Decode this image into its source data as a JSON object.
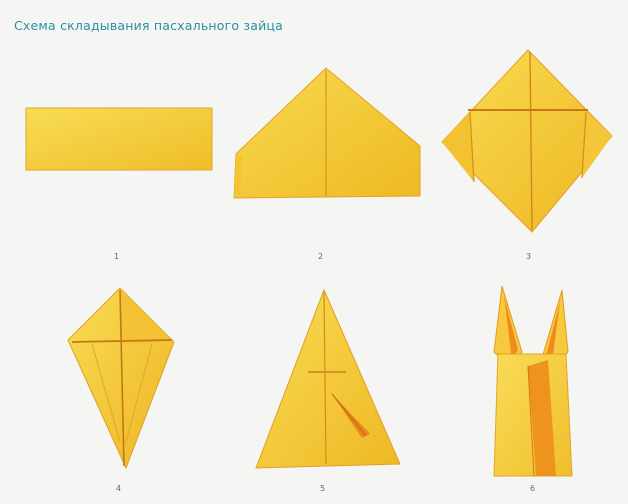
{
  "title": "Схема складывания пасхального зайца",
  "steps": [
    {
      "number": "1"
    },
    {
      "number": "2"
    },
    {
      "number": "3"
    },
    {
      "number": "4"
    },
    {
      "number": "5"
    },
    {
      "number": "6"
    }
  ],
  "colors": {
    "paper_light": "#f7d54a",
    "paper_mid": "#f0c02a",
    "paper_dark": "#e3a21a",
    "fold_line": "#c9811b",
    "orange_accent": "#ef8a1e",
    "title": "#2a8fa0"
  }
}
